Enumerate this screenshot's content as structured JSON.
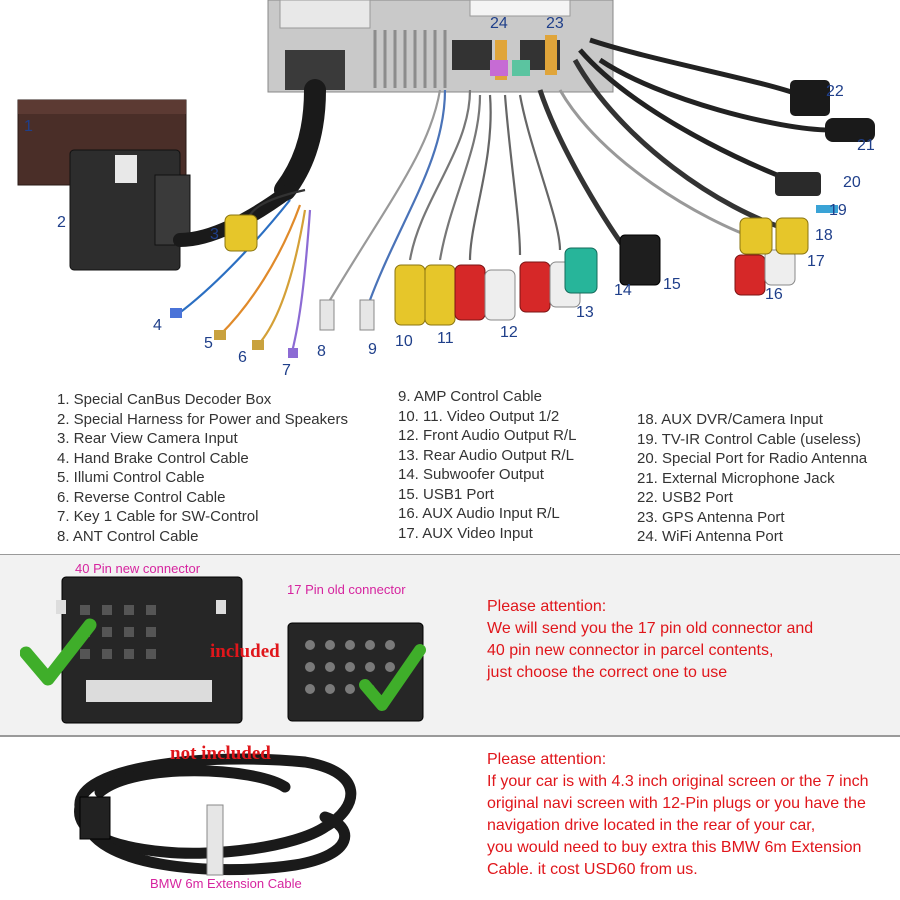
{
  "callouts": [
    "1",
    "2",
    "3",
    "4",
    "5",
    "6",
    "7",
    "8",
    "9",
    "10",
    "11",
    "12",
    "13",
    "14",
    "15",
    "16",
    "17",
    "18",
    "19",
    "20",
    "21",
    "22",
    "23",
    "24"
  ],
  "legend": {
    "col1": [
      "1. Special CanBus Decoder Box",
      "2. Special Harness for Power and Speakers",
      "3. Rear View Camera Input",
      "4. Hand Brake Control Cable",
      "5. Illumi Control Cable",
      "6. Reverse Control Cable",
      "7. Key 1 Cable for SW-Control",
      "8. ANT Control Cable"
    ],
    "col2": [
      "9. AMP Control Cable",
      "10. 11. Video Output 1/2",
      "12. Front Audio Output R/L",
      "13. Rear Audio Output R/L",
      "14. Subwoofer Output",
      "15. USB1 Port",
      "16. AUX Audio Input R/L",
      "17. AUX Video Input"
    ],
    "col3": [
      "18. AUX DVR/Camera Input",
      "19. TV-IR Control Cable (useless)",
      "20. Special Port for Radio Antenna",
      "21. External Microphone Jack",
      "22. USB2 Port",
      "23. GPS Antenna Port",
      "24. WiFi Antenna Port"
    ]
  },
  "connector_panel": {
    "label_40": "40 Pin new connector",
    "label_17": "17 Pin old connector",
    "included": "included",
    "notice": [
      "Please attention:",
      "We will send you the 17 pin old connector and",
      "40 pin new connector in parcel contents,",
      "just choose the correct one to use"
    ]
  },
  "extension_panel": {
    "not_included": "not included",
    "cable_label": "BMW 6m Extension Cable",
    "notice": [
      "Please attention:",
      "If your car is with 4.3 inch original screen or the 7 inch",
      "original navi screen with 12-Pin plugs or you have the",
      "navigation drive located in the rear of your car,",
      "you would need to buy extra this BMW 6m Extension",
      "Cable. it cost USD60 from us."
    ]
  },
  "colors": {
    "callout": "#1f3f8a",
    "notice": "#e0161b",
    "label_pink": "#d6249f",
    "check_green": "#3fae2a"
  }
}
